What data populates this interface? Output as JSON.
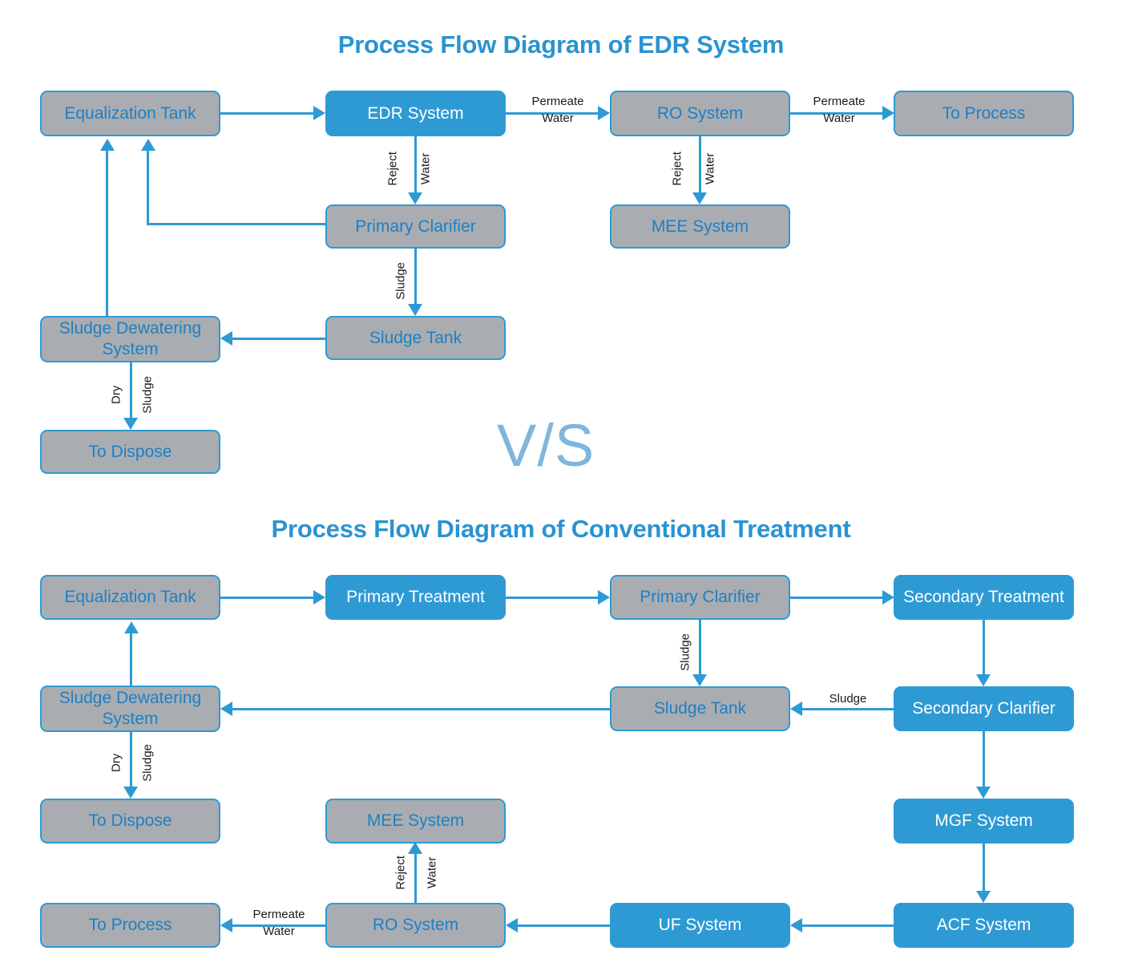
{
  "diagrams": [
    {
      "id": "edr",
      "title": "Process Flow Diagram of EDR System",
      "nodes": {
        "equalization_tank": "Equalization Tank",
        "edr_system": "EDR System",
        "ro_system": "RO System",
        "to_process": "To Process",
        "primary_clarifier": "Primary Clarifier",
        "mee_system": "MEE System",
        "sludge_dewatering_system": "Sludge Dewatering\nSystem",
        "sludge_tank": "Sludge Tank",
        "to_dispose": "To Dispose"
      },
      "edge_labels": {
        "permeate_edr_to_ro_line1": "Permeate",
        "permeate_edr_to_ro_line2": "Water",
        "permeate_ro_to_process_line1": "Permeate",
        "permeate_ro_to_process_line2": "Water",
        "reject_edr_line1": "Reject",
        "reject_edr_line2": "Water",
        "reject_ro_line1": "Reject",
        "reject_ro_line2": "Water",
        "sludge_clarifier_to_tank": "Sludge",
        "dry_sludge_line1": "Dry",
        "dry_sludge_line2": "Sludge"
      }
    },
    {
      "id": "conventional",
      "title": "Process Flow Diagram of Conventional Treatment",
      "nodes": {
        "equalization_tank": "Equalization Tank",
        "primary_treatment": "Primary Treatment",
        "primary_clarifier": "Primary Clarifier",
        "secondary_treatment": "Secondary Treatment",
        "sludge_dewatering_system": "Sludge Dewatering\nSystem",
        "sludge_tank": "Sludge Tank",
        "secondary_clarifier": "Secondary  Clarifier",
        "to_dispose": "To Dispose",
        "mee_system": "MEE System",
        "mgf_system": "MGF System",
        "to_process": "To Process",
        "ro_system": "RO System",
        "uf_system": "UF System",
        "acf_system": "ACF System"
      },
      "edge_labels": {
        "sludge_clarifier_to_tank": "Sludge",
        "sludge_secondary_to_tank": "Sludge",
        "dry_sludge_line1": "Dry",
        "dry_sludge_line2": "Sludge",
        "reject_ro_line1": "Reject",
        "reject_ro_line2": "Water",
        "permeate_ro_line1": "Permeate",
        "permeate_ro_line2": "Water"
      }
    }
  ],
  "divider": {
    "vs_label": "V/S"
  },
  "colors": {
    "accent_blue": "#2e9ad4",
    "title_blue": "#2a93d1",
    "node_gray": "#a9adb1",
    "gray_node_text": "#1f7fc4",
    "blue_node_text": "#ffffff",
    "vs_blue": "#7fb6dd",
    "edge_label_text": "#1a1a1a",
    "background": "#ffffff"
  }
}
